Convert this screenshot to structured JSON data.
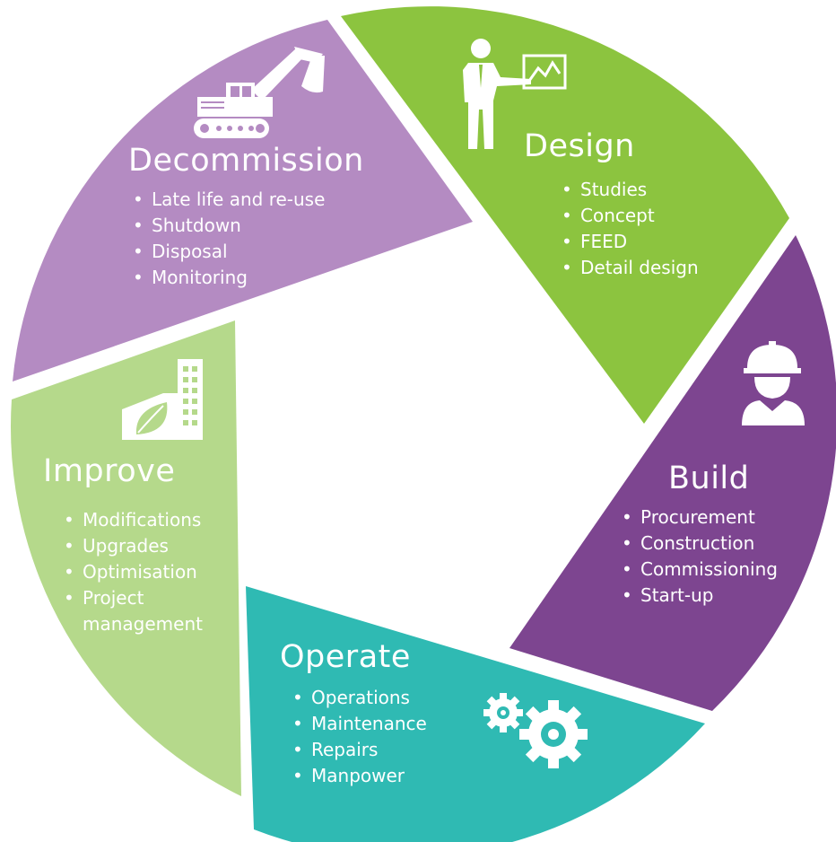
{
  "segments": [
    {
      "id": "design",
      "title": "Design",
      "color": "#8cc43f",
      "icon": "presenter-icon",
      "bullets": [
        "Studies",
        "Concept",
        "FEED",
        "Detail design"
      ]
    },
    {
      "id": "build",
      "title": "Build",
      "color": "#7d4590",
      "icon": "hard-hat-worker-icon",
      "bullets": [
        "Procurement",
        "Construction",
        "Commissioning",
        "Start-up"
      ]
    },
    {
      "id": "operate",
      "title": "Operate",
      "color": "#2fbab3",
      "icon": "gears-icon",
      "bullets": [
        "Operations",
        "Maintenance",
        "Repairs",
        "Manpower"
      ]
    },
    {
      "id": "improve",
      "title": "Improve",
      "color": "#b5d98b",
      "icon": "green-building-icon",
      "bullets": [
        "Modifications",
        "Upgrades",
        "Optimisation",
        "Project",
        "management"
      ]
    },
    {
      "id": "decommission",
      "title": "Decommission",
      "color": "#b48bc2",
      "icon": "excavator-icon",
      "bullets": [
        "Late life and re-use",
        "Shutdown",
        "Disposal",
        "Monitoring"
      ]
    }
  ]
}
